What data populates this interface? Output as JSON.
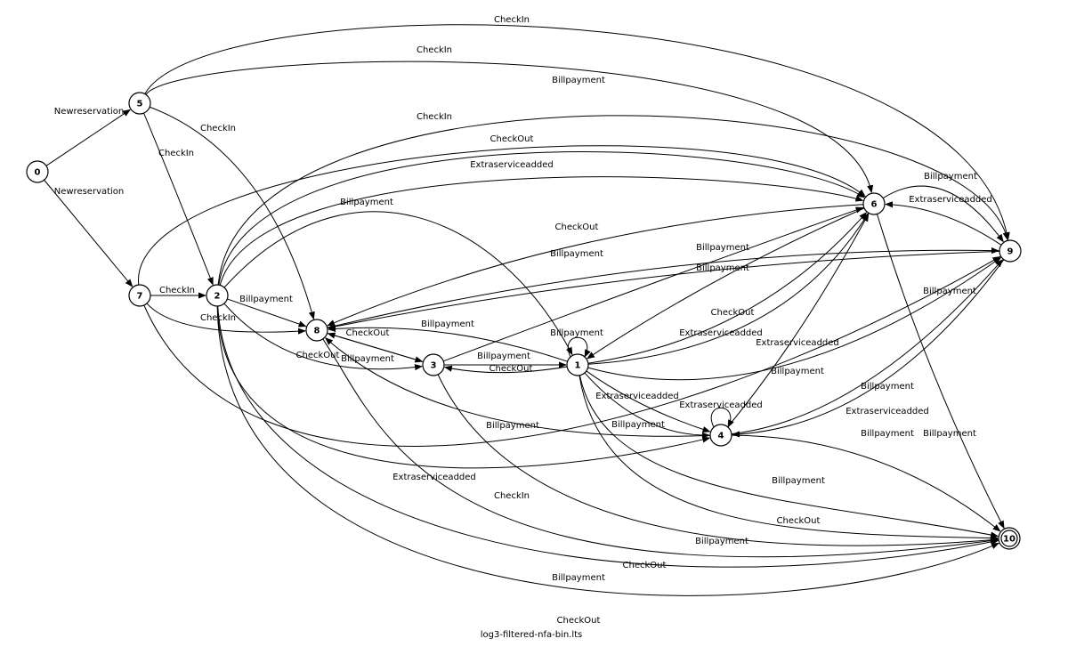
{
  "diagram": {
    "caption": "log3-filtered-nfa-bin.lts",
    "nodes": [
      {
        "id": "0",
        "label": "0",
        "initial": true
      },
      {
        "id": "5",
        "label": "5"
      },
      {
        "id": "7",
        "label": "7"
      },
      {
        "id": "2",
        "label": "2"
      },
      {
        "id": "8",
        "label": "8"
      },
      {
        "id": "3",
        "label": "3"
      },
      {
        "id": "1",
        "label": "1"
      },
      {
        "id": "4",
        "label": "4"
      },
      {
        "id": "6",
        "label": "6"
      },
      {
        "id": "9",
        "label": "9"
      },
      {
        "id": "10",
        "label": "10",
        "accepting": true
      }
    ],
    "edges": [
      {
        "from": "0",
        "to": "5",
        "label": "Newreservation"
      },
      {
        "from": "0",
        "to": "7",
        "label": "Newreservation"
      },
      {
        "from": "5",
        "to": "9",
        "label": "CheckIn"
      },
      {
        "from": "5",
        "to": "6",
        "label": "CheckIn"
      },
      {
        "from": "5",
        "to": "8",
        "label": "CheckIn"
      },
      {
        "from": "5",
        "to": "2",
        "label": "CheckIn"
      },
      {
        "from": "2",
        "to": "9",
        "label": "Billpayment"
      },
      {
        "from": "7",
        "to": "6",
        "label": "CheckIn"
      },
      {
        "from": "2",
        "to": "6",
        "label": "CheckOut"
      },
      {
        "from": "2",
        "to": "6",
        "label": "Extraserviceadded"
      },
      {
        "from": "2",
        "to": "1",
        "label": "Billpayment"
      },
      {
        "from": "6",
        "to": "9",
        "label": "Billpayment"
      },
      {
        "from": "9",
        "to": "6",
        "label": "Extraserviceadded"
      },
      {
        "from": "6",
        "to": "8",
        "label": "CheckOut"
      },
      {
        "from": "8",
        "to": "9",
        "label": "Billpayment"
      },
      {
        "from": "9",
        "to": "8",
        "label": "Billpayment"
      },
      {
        "from": "3",
        "to": "6",
        "label": "Billpayment"
      },
      {
        "from": "1",
        "to": "9",
        "label": "Billpayment"
      },
      {
        "from": "1",
        "to": "6",
        "label": "CheckOut"
      },
      {
        "from": "1",
        "to": "6",
        "label": "Extraserviceadded"
      },
      {
        "from": "4",
        "to": "6",
        "label": "Extraserviceadded"
      },
      {
        "from": "6",
        "to": "1",
        "label": "Billpayment"
      },
      {
        "from": "6",
        "to": "10",
        "label": "Billpayment"
      },
      {
        "from": "7",
        "to": "2",
        "label": "CheckIn"
      },
      {
        "from": "7",
        "to": "8",
        "label": "CheckIn"
      },
      {
        "from": "2",
        "to": "8",
        "label": "Billpayment"
      },
      {
        "from": "2",
        "to": "3",
        "label": "CheckOut"
      },
      {
        "from": "1",
        "to": "8",
        "label": "Billpayment"
      },
      {
        "from": "8",
        "to": "3",
        "label": "CheckOut"
      },
      {
        "from": "3",
        "to": "8",
        "label": "Billpayment"
      },
      {
        "from": "3",
        "to": "1",
        "label": "Billpayment"
      },
      {
        "from": "1",
        "to": "3",
        "label": "CheckOut"
      },
      {
        "from": "1",
        "to": "1",
        "label": "Billpayment"
      },
      {
        "from": "1",
        "to": "4",
        "label": "Extraserviceadded"
      },
      {
        "from": "1",
        "to": "4",
        "label": "Billpayment"
      },
      {
        "from": "4",
        "to": "8",
        "label": "Billpayment"
      },
      {
        "from": "4",
        "to": "4",
        "label": "Extraserviceadded"
      },
      {
        "from": "4",
        "to": "9",
        "label": "Billpayment"
      },
      {
        "from": "9",
        "to": "4",
        "label": "Extraserviceadded"
      },
      {
        "from": "4",
        "to": "10",
        "label": "Billpayment"
      },
      {
        "from": "2",
        "to": "4",
        "label": "Extraserviceadded"
      },
      {
        "from": "7",
        "to": "9",
        "label": "CheckIn"
      },
      {
        "from": "1",
        "to": "10",
        "label": "Billpayment"
      },
      {
        "from": "1",
        "to": "10",
        "label": "CheckOut"
      },
      {
        "from": "3",
        "to": "10",
        "label": "Billpayment"
      },
      {
        "from": "8",
        "to": "10",
        "label": "CheckOut"
      },
      {
        "from": "2",
        "to": "10",
        "label": "Billpayment"
      },
      {
        "from": "2",
        "to": "10",
        "label": "CheckOut"
      }
    ]
  }
}
